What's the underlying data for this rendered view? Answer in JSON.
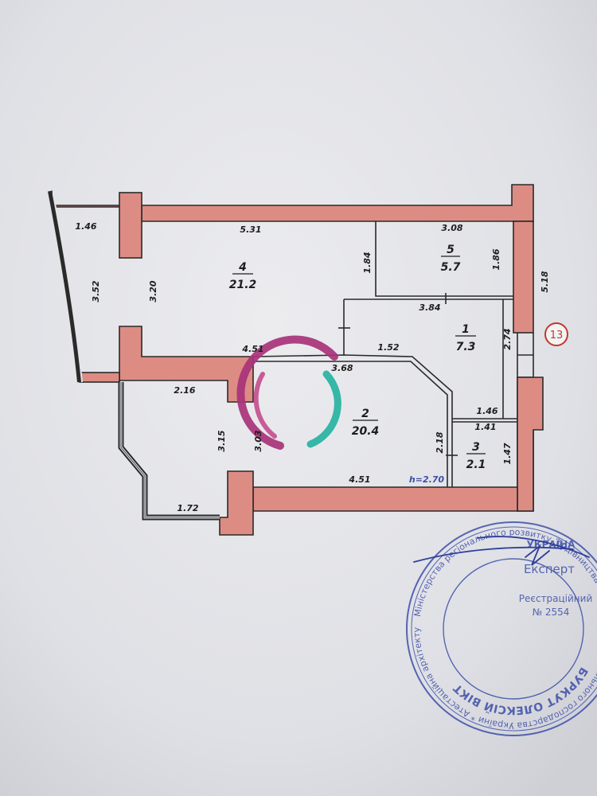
{
  "colors": {
    "paper": "#e3e4e8",
    "wall_fill": "#dd8c84",
    "outline": "#2a2a2a",
    "stamp_blue": "#3d4fa8",
    "marker_red": "#c0392b",
    "logo_magenta": "#a8337a",
    "logo_teal": "#27b3a3"
  },
  "rooms": [
    {
      "id": "4",
      "area": "21.2"
    },
    {
      "id": "5",
      "area": "5.7"
    },
    {
      "id": "1",
      "area": "7.3"
    },
    {
      "id": "2",
      "area": "20.4"
    },
    {
      "id": "3",
      "area": "2.1"
    }
  ],
  "dimensions": {
    "balcony_top": "1.46",
    "room4_width": "5.31",
    "room5_width": "3.08",
    "room5_height": "1.86",
    "room4_right_height": "1.84",
    "outer_right": "5.18",
    "balcony_height": "3.52",
    "room4_height": "3.20",
    "room1_width": "3.84",
    "room1_height": "2.74",
    "corridor_top": "4.51",
    "corridor_mid": "1.52",
    "diag": "3.68",
    "left_room_width": "2.16",
    "left_room_height": "3.15",
    "hall_height": "3.03",
    "room3_top": "1.46",
    "room3_width": "1.41",
    "room3_height": "1.47",
    "hall_right_height": "2.18",
    "bottom_width": "4.51",
    "ceiling_height": "h=2.70",
    "balcony2_width": "1.72"
  },
  "marker": {
    "number": "13"
  },
  "stamp": {
    "outer_ring": "Міністерства регіонального розвитку, будівництва та житлово-комунального господарства України * Атестаційна архітектурно-будівельна комісія * Кваліфікаційний сертифікат серія",
    "center_top": "УКРАЇНА",
    "center_title": "Експерт",
    "registration_label": "Реєстраційний",
    "registration_number": "№ 2554",
    "name": "БУРКУТ ОЛЕКСІЙ ВІКТ"
  },
  "icons": {
    "logo": "circular-swirl-logo",
    "signature": "signature-scribble"
  }
}
